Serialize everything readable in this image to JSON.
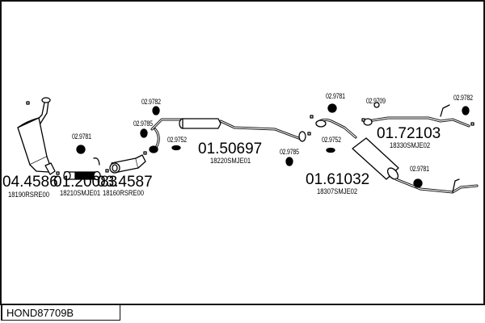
{
  "diagram_id": "HOND87709B",
  "parts": [
    {
      "number": "04.4586",
      "ref": "18190RSRE00",
      "type": "catalytic-converter"
    },
    {
      "number": "01.20083",
      "ref": "18210SMJE01",
      "type": "front-pipe"
    },
    {
      "number": "03.4587",
      "ref": "18160RSRE00",
      "type": "catalytic-converter"
    },
    {
      "number": "01.50697",
      "ref": "18220SMJE01",
      "type": "middle-silencer"
    },
    {
      "number": "01.61032",
      "ref": "18307SMJE02",
      "type": "rear-silencer"
    },
    {
      "number": "01.72103",
      "ref": "18330SMJE02",
      "type": "tail-pipe"
    }
  ],
  "fittings": [
    {
      "number": "02.9781",
      "type": "rubber-mount"
    },
    {
      "number": "02.9782",
      "type": "rubber-mount"
    },
    {
      "number": "02.9785",
      "type": "rubber-mount"
    },
    {
      "number": "02.9752",
      "type": "gasket"
    },
    {
      "number": "02.9785",
      "type": "rubber-mount"
    },
    {
      "number": "02.9781",
      "type": "rubber-mount"
    },
    {
      "number": "02.9752",
      "type": "gasket"
    },
    {
      "number": "02.9709",
      "type": "ring"
    },
    {
      "number": "02.9782",
      "type": "rubber-mount"
    },
    {
      "number": "02.9781",
      "type": "rubber-mount"
    }
  ]
}
